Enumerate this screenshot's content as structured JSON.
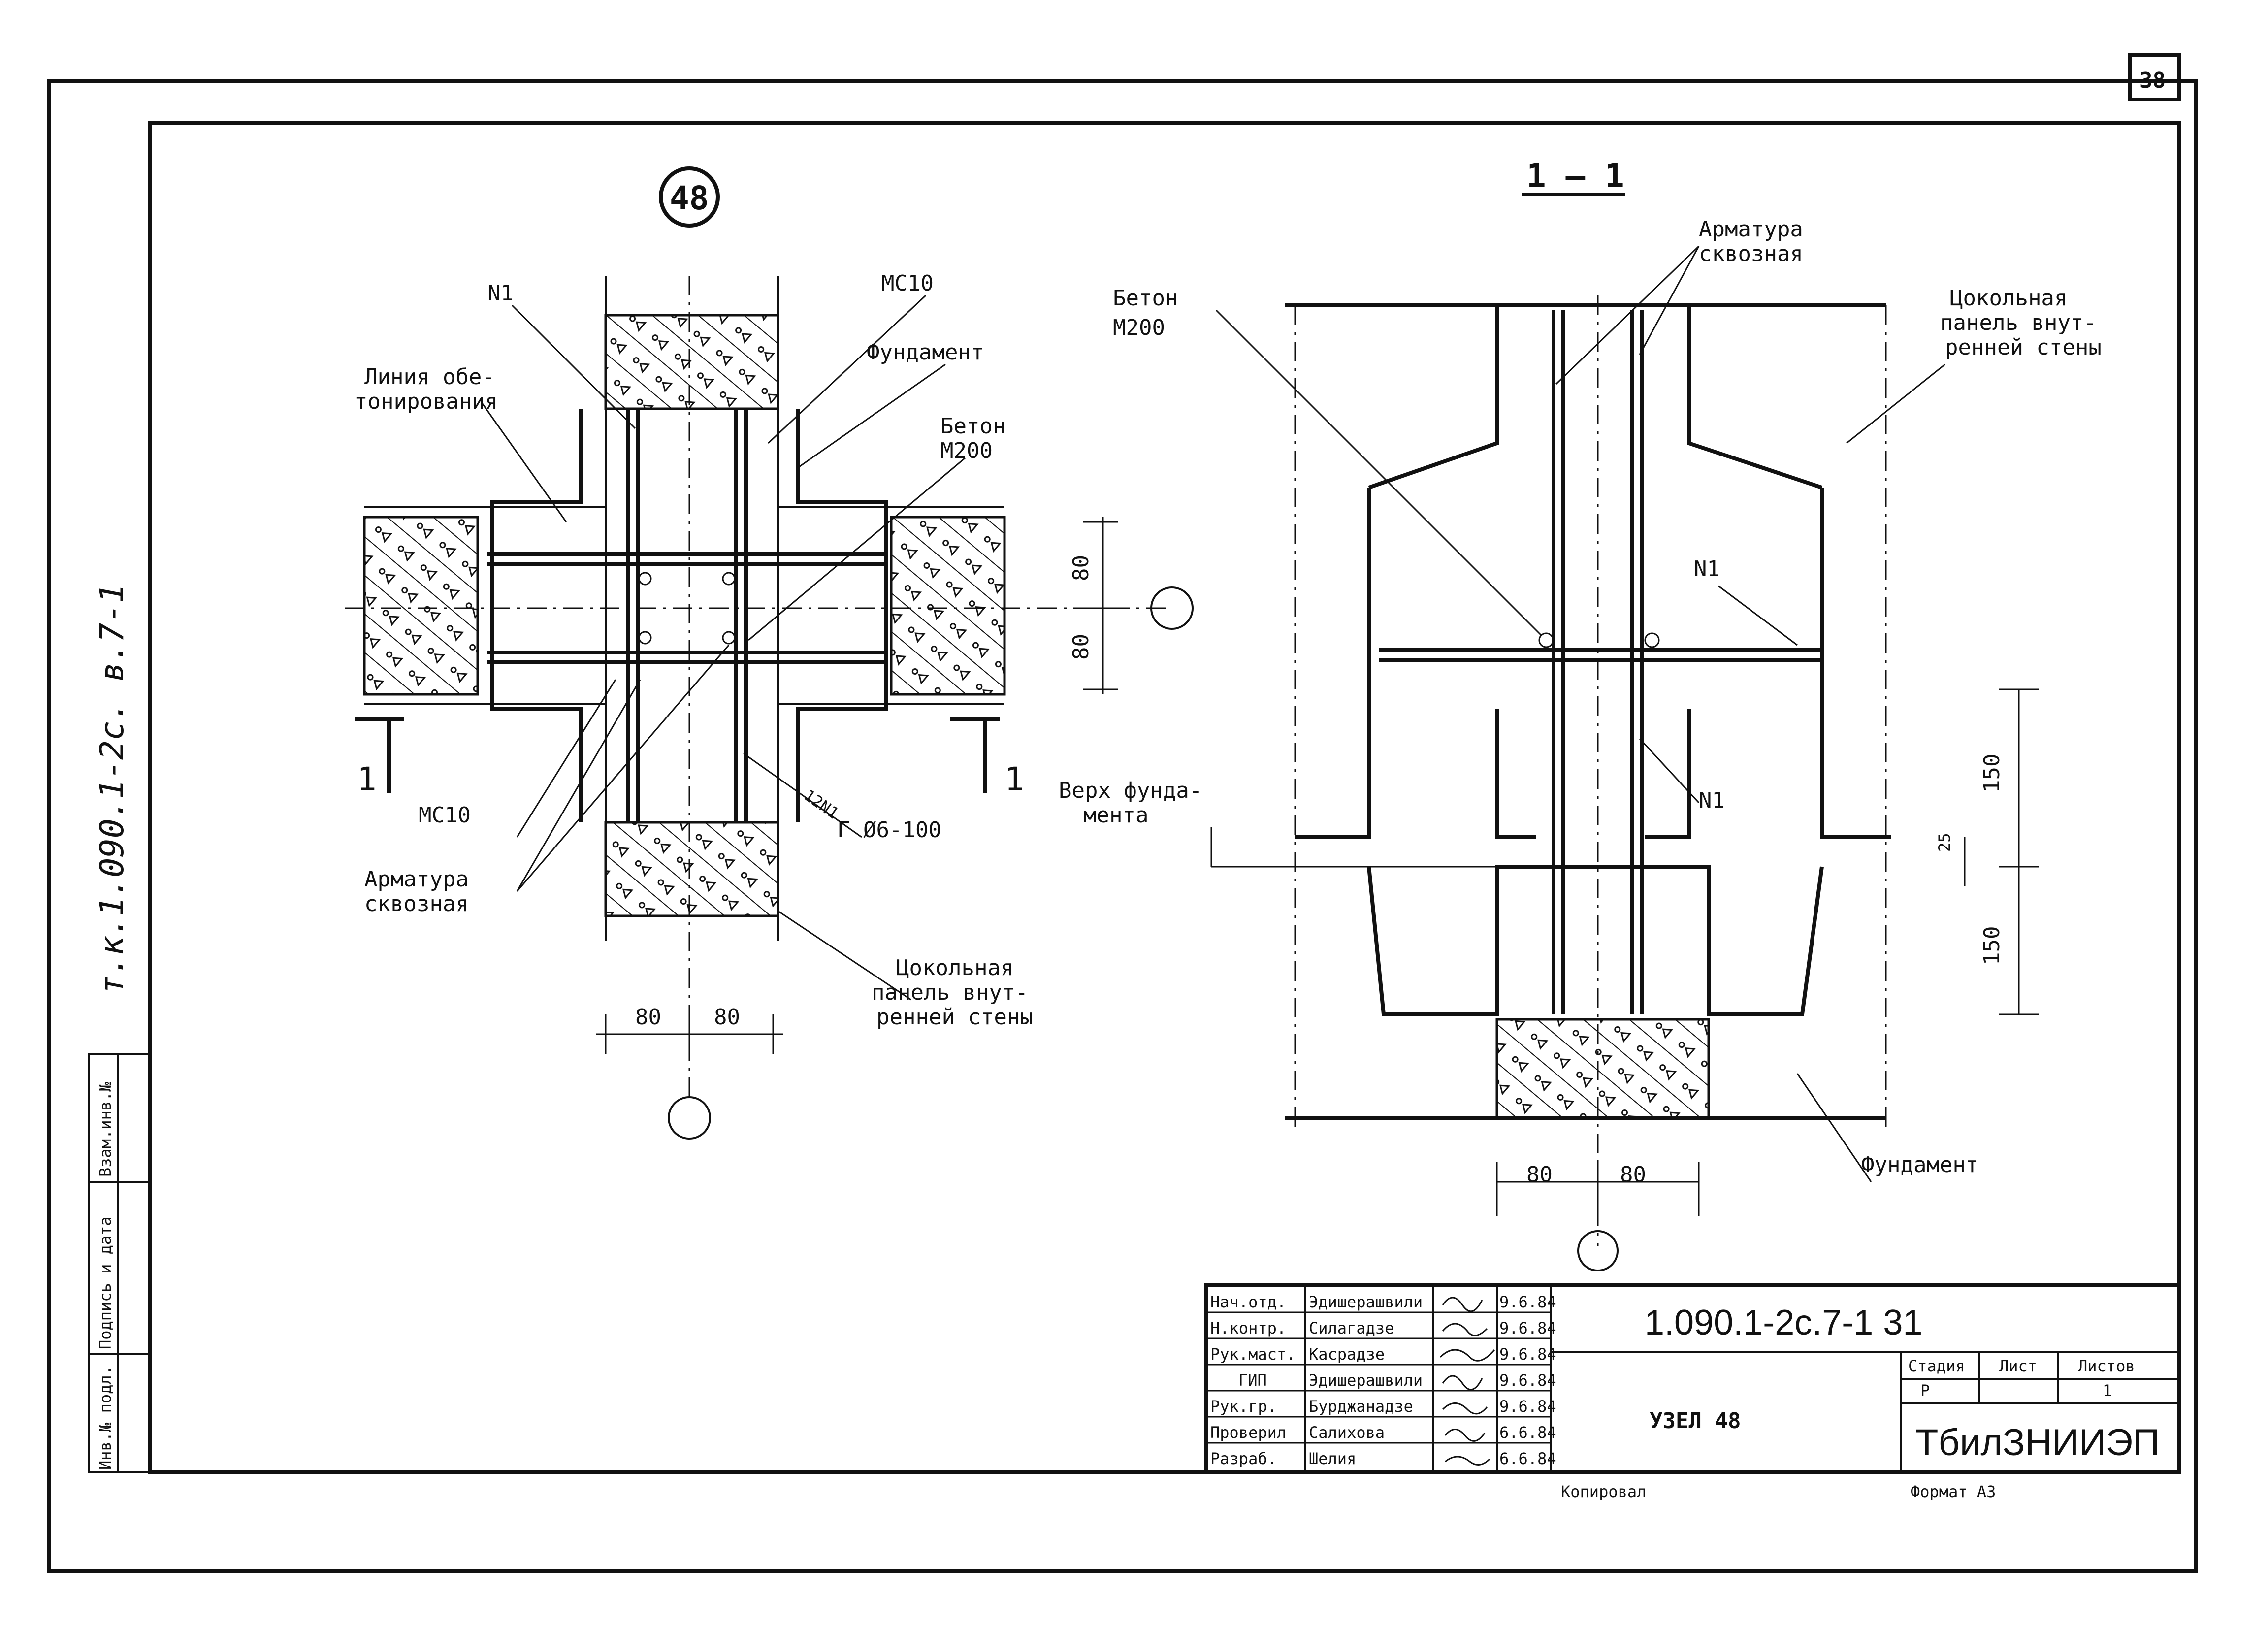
{
  "sheet": {
    "page_number": "38",
    "side_code": "т.к.1.090.1-2с. в.7-1",
    "side_table": [
      "Инв.№ подл.",
      "Подпись и дата",
      "Взам.инв.№"
    ]
  },
  "plan": {
    "node_number": "48",
    "labels": {
      "n1": "N1",
      "line_concrete": [
        "Линия обе-",
        "тонирования"
      ],
      "msio_top": "МС10",
      "foundation": "Фундамент",
      "concrete": [
        "Бетон",
        "М200"
      ],
      "msio_bottom": "МС10",
      "rebar": [
        "Арматура",
        "сквозная"
      ],
      "bar_spec": [
        "12N1",
        "Г Ø6-100"
      ],
      "panel": [
        "Цокольная",
        "панель внут-",
        "ренней стены"
      ],
      "section_mark": "1"
    },
    "dims": {
      "h1": "80",
      "h2": "80",
      "v1": "80",
      "v2": "80"
    }
  },
  "section": {
    "title": "1 — 1",
    "labels": {
      "concrete": [
        "Бетон",
        "М200"
      ],
      "rebar": [
        "Арматура",
        "сквозная"
      ],
      "panel": [
        "Цокольная",
        "панель внут-",
        "ренней стены"
      ],
      "n1_top": "N1",
      "n1_mid": "N1",
      "top_found": [
        "Верх фунда-",
        "мента"
      ],
      "foundation": "Фундамент"
    },
    "dims": {
      "d150a": "150",
      "d25": "25",
      "d150b": "150",
      "h1": "80",
      "h2": "80"
    }
  },
  "title_block": {
    "roles": [
      "Нач.отд.",
      "Н.контр.",
      "Рук.маст.",
      "ГИП",
      "Рук.гр.",
      "Проверил",
      "Разраб."
    ],
    "names": [
      "Эдишерашвили",
      "Силагадзе",
      "Касрадзе",
      "Эдишерашвили",
      "Бурджанадзе",
      "Салихова",
      "Шелия"
    ],
    "dates": [
      "9.6.84",
      "9.6.84",
      "9.6.84",
      "9.6.84",
      "9.6.84",
      "6.6.84",
      "6.6.84"
    ],
    "doc_code": "1.090.1-2с.7-1   31",
    "node_title": "УЗЕЛ 48",
    "stage_header": "Стадия",
    "sheet_header": "Лист",
    "sheets_header": "Листов",
    "stage": "Р",
    "sheet_no": "",
    "sheets_total": "1",
    "org": "ТбилЗНИИЭП",
    "copied": "Копировал",
    "format": "Формат А3"
  }
}
